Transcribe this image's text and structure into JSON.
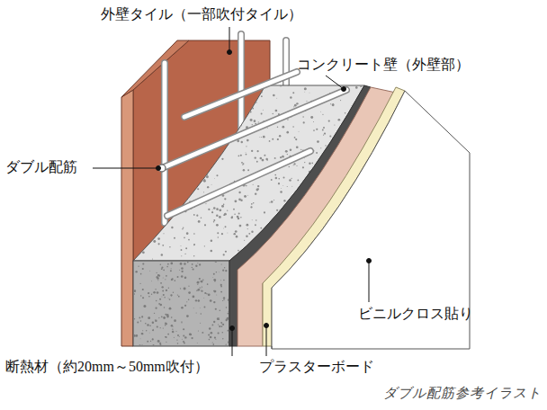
{
  "diagram": {
    "caption": "ダブル配筋参考イラスト",
    "labels": [
      "外壁タイル（一部吹付タイル）",
      "コンクリート壁（外壁部）",
      "ダブル配筋",
      "ビニルクロス貼り",
      "断熱材（約20mm～50mm吹付）",
      "プラスターボード"
    ]
  }
}
